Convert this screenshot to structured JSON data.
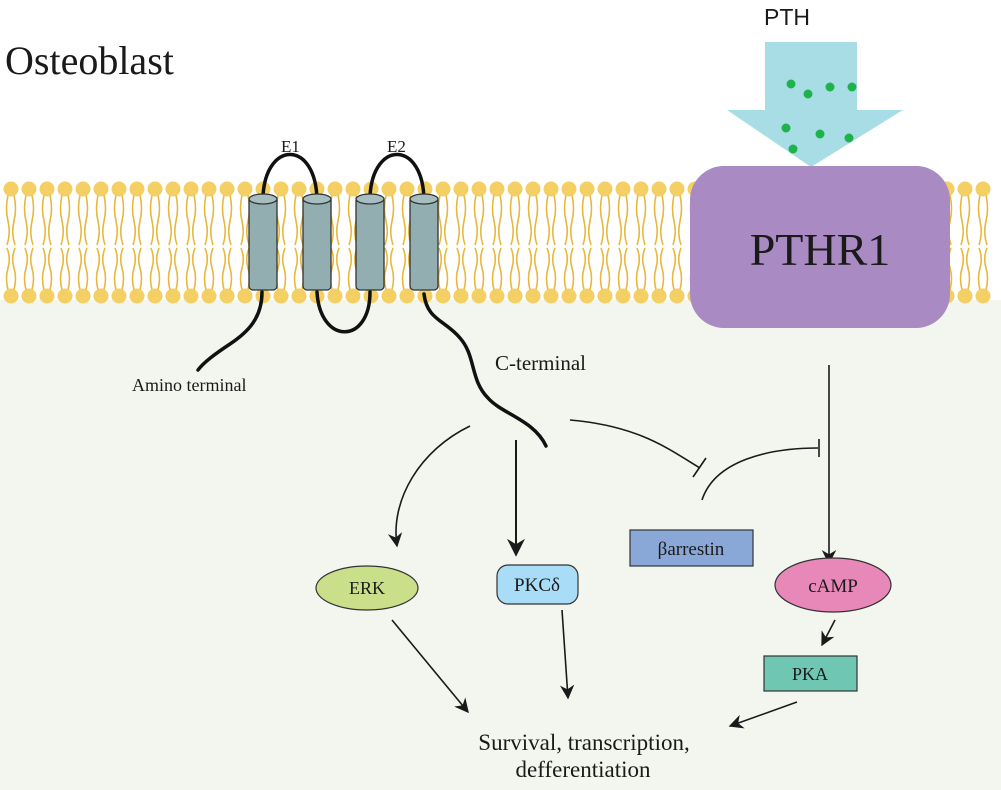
{
  "cell_label": "Osteoblast",
  "ligand": {
    "label": "PTH",
    "arrow_color": "#a8dde6",
    "dot_color": "#1eb34a"
  },
  "receptor": {
    "label": "PTHR1",
    "color": "#a98ac2"
  },
  "membrane": {
    "head_color": "#f3cf64",
    "tail_color": "#e6b83e",
    "cytoplasm_color": "#f3f6ef"
  },
  "protein": {
    "loop_labels": [
      "E1",
      "E2"
    ],
    "amino_terminal": "Amino terminal",
    "c_terminal": "C-terminal",
    "helix_color": "#93aeb0"
  },
  "nodes": {
    "erk": {
      "label": "ERK",
      "color": "#c9df8a"
    },
    "pkcd": {
      "label": "PKCδ",
      "color": "#a9dcf6"
    },
    "barrestin": {
      "label": "βarrestin",
      "color": "#89a8d8"
    },
    "camp": {
      "label": "cAMP",
      "color": "#e888b8"
    },
    "pka": {
      "label": "PKA",
      "color": "#6fc6b3"
    }
  },
  "outcome": {
    "line1": "Survival, transcription,",
    "line2": "defferentiation"
  }
}
